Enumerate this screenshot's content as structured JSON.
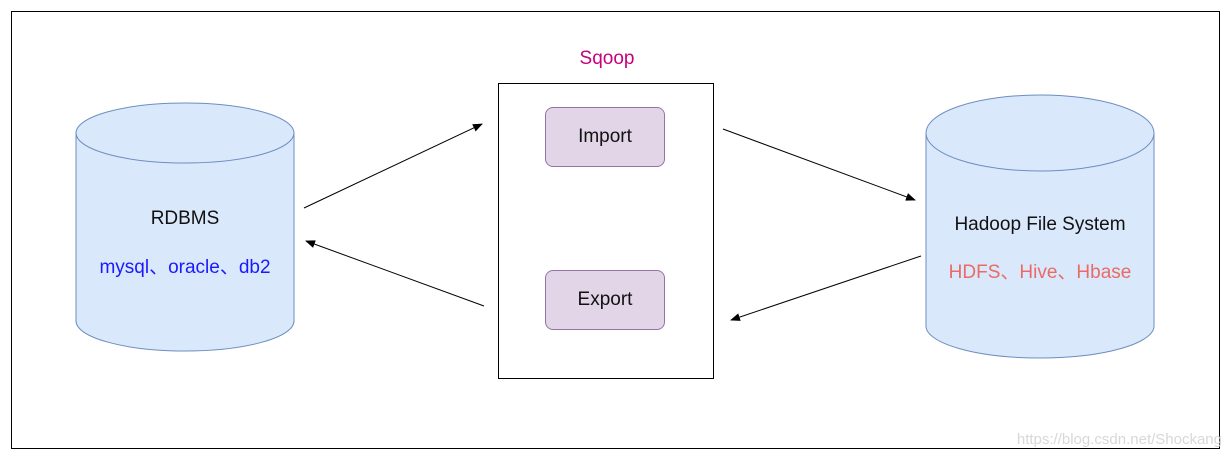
{
  "colors": {
    "cylinder_fill": "#dae8fc",
    "cylinder_stroke": "#6c8ebf",
    "button_fill": "#e1d5e7",
    "button_stroke": "#9673a6",
    "sqoop_title": "#c7007d",
    "rdbms_sub": "#1a1aff",
    "hadoop_sub": "#ea6b66",
    "arrow": "#000000"
  },
  "sqoop": {
    "title": "Sqoop",
    "import_label": "Import",
    "export_label": "Export"
  },
  "rdbms": {
    "title": "RDBMS",
    "subtitle": "mysql、oracle、db2"
  },
  "hadoop": {
    "title": "Hadoop File System",
    "subtitle": "HDFS、Hive、Hbase"
  },
  "watermark": "https://blog.csdn.net/Shockang",
  "icons": {
    "database_shape": "cylinder-icon",
    "arrowheads": "arrowhead-icon"
  }
}
